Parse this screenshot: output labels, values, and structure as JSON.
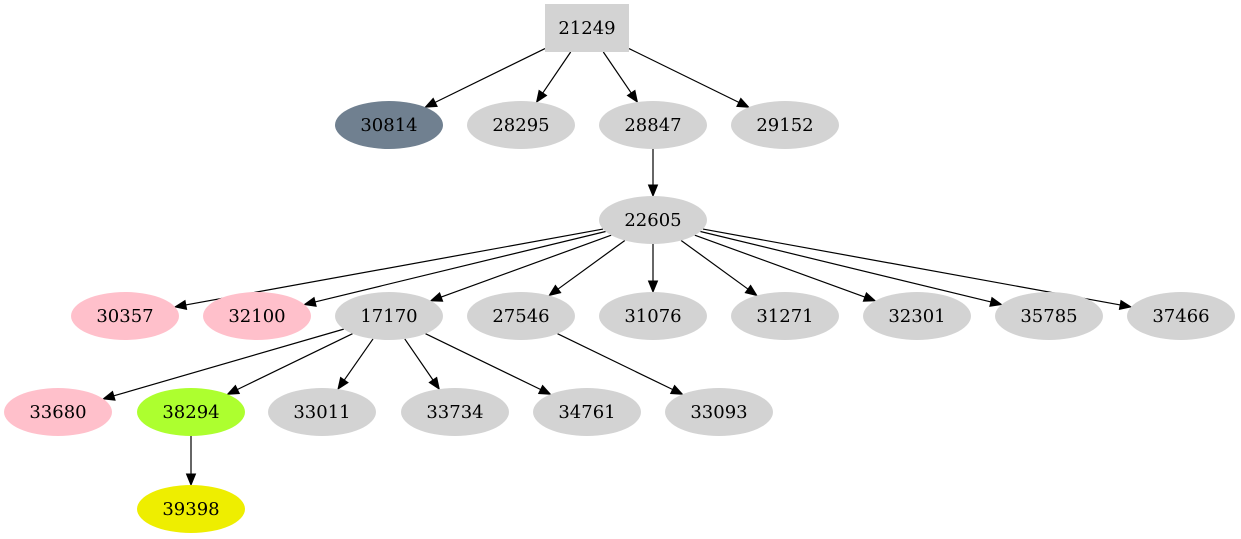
{
  "colors": {
    "default": "#d3d3d3",
    "slate": "#708090",
    "pink": "#ffc0cb",
    "green": "#adff2f",
    "yellow": "#eeee00"
  },
  "nodes": [
    {
      "id": "21249",
      "label": "21249",
      "shape": "box",
      "color": "#d3d3d3"
    },
    {
      "id": "30814",
      "label": "30814",
      "shape": "ellipse",
      "color": "#708090"
    },
    {
      "id": "28295",
      "label": "28295",
      "shape": "ellipse",
      "color": "#d3d3d3"
    },
    {
      "id": "28847",
      "label": "28847",
      "shape": "ellipse",
      "color": "#d3d3d3"
    },
    {
      "id": "29152",
      "label": "29152",
      "shape": "ellipse",
      "color": "#d3d3d3"
    },
    {
      "id": "22605",
      "label": "22605",
      "shape": "ellipse",
      "color": "#d3d3d3"
    },
    {
      "id": "30357",
      "label": "30357",
      "shape": "ellipse",
      "color": "#ffc0cb"
    },
    {
      "id": "32100",
      "label": "32100",
      "shape": "ellipse",
      "color": "#ffc0cb"
    },
    {
      "id": "17170",
      "label": "17170",
      "shape": "ellipse",
      "color": "#d3d3d3"
    },
    {
      "id": "27546",
      "label": "27546",
      "shape": "ellipse",
      "color": "#d3d3d3"
    },
    {
      "id": "31076",
      "label": "31076",
      "shape": "ellipse",
      "color": "#d3d3d3"
    },
    {
      "id": "31271",
      "label": "31271",
      "shape": "ellipse",
      "color": "#d3d3d3"
    },
    {
      "id": "32301",
      "label": "32301",
      "shape": "ellipse",
      "color": "#d3d3d3"
    },
    {
      "id": "35785",
      "label": "35785",
      "shape": "ellipse",
      "color": "#d3d3d3"
    },
    {
      "id": "37466",
      "label": "37466",
      "shape": "ellipse",
      "color": "#d3d3d3"
    },
    {
      "id": "33680",
      "label": "33680",
      "shape": "ellipse",
      "color": "#ffc0cb"
    },
    {
      "id": "38294",
      "label": "38294",
      "shape": "ellipse",
      "color": "#adff2f"
    },
    {
      "id": "33011",
      "label": "33011",
      "shape": "ellipse",
      "color": "#d3d3d3"
    },
    {
      "id": "33734",
      "label": "33734",
      "shape": "ellipse",
      "color": "#d3d3d3"
    },
    {
      "id": "34761",
      "label": "34761",
      "shape": "ellipse",
      "color": "#d3d3d3"
    },
    {
      "id": "33093",
      "label": "33093",
      "shape": "ellipse",
      "color": "#d3d3d3"
    },
    {
      "id": "39398",
      "label": "39398",
      "shape": "ellipse",
      "color": "#eeee00"
    }
  ],
  "edges": [
    {
      "from": "21249",
      "to": "30814"
    },
    {
      "from": "21249",
      "to": "28295"
    },
    {
      "from": "21249",
      "to": "28847"
    },
    {
      "from": "21249",
      "to": "29152"
    },
    {
      "from": "28847",
      "to": "22605"
    },
    {
      "from": "22605",
      "to": "30357"
    },
    {
      "from": "22605",
      "to": "32100"
    },
    {
      "from": "22605",
      "to": "17170"
    },
    {
      "from": "22605",
      "to": "27546"
    },
    {
      "from": "22605",
      "to": "31076"
    },
    {
      "from": "22605",
      "to": "31271"
    },
    {
      "from": "22605",
      "to": "32301"
    },
    {
      "from": "22605",
      "to": "35785"
    },
    {
      "from": "22605",
      "to": "37466"
    },
    {
      "from": "17170",
      "to": "33680"
    },
    {
      "from": "17170",
      "to": "38294"
    },
    {
      "from": "17170",
      "to": "33011"
    },
    {
      "from": "17170",
      "to": "33734"
    },
    {
      "from": "17170",
      "to": "34761"
    },
    {
      "from": "27546",
      "to": "33093"
    },
    {
      "from": "38294",
      "to": "39398"
    }
  ]
}
